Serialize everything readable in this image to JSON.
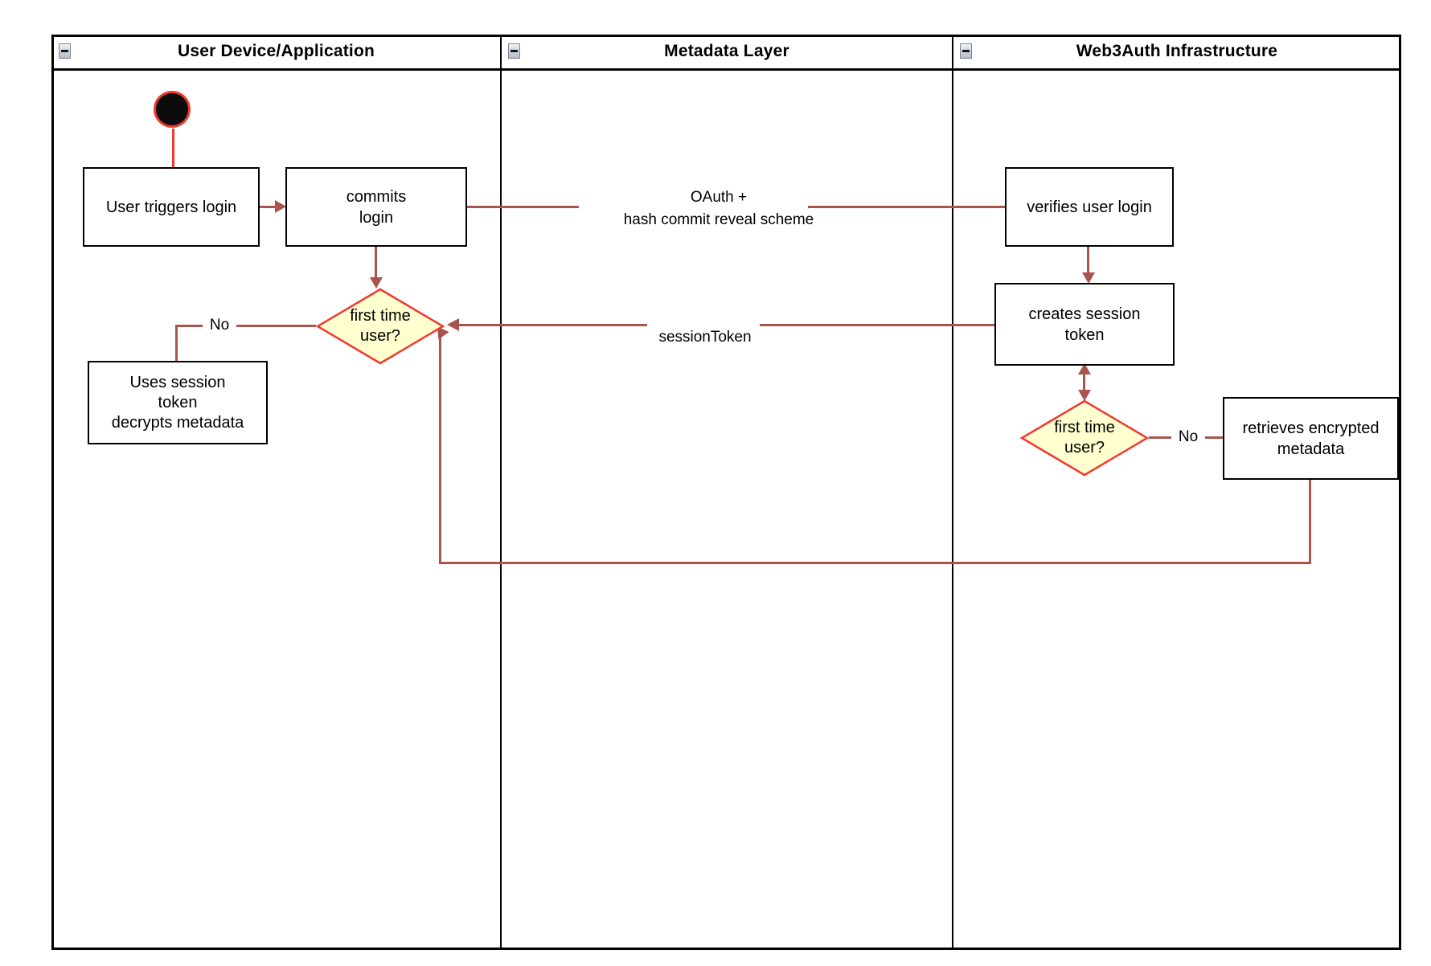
{
  "colors": {
    "flow": "#a9544c",
    "bright": "#ef3b2d",
    "diamondFill": "#ffffcf",
    "diamondBorder": "#f13a30",
    "boxBorder": "#000000",
    "ink": "#000000"
  },
  "lanes": [
    {
      "title": "User Device/Application"
    },
    {
      "title": "Metadata Layer"
    },
    {
      "title": "Web3Auth Infrastructure"
    }
  ],
  "nodes": {
    "user_triggers_login": "User triggers login",
    "commits_login": "commits\nlogin",
    "verifies_user_login": "verifies user login",
    "creates_session_token": "creates session\ntoken",
    "first_time_user_1": "first time\nuser?",
    "uses_session_token": "Uses session\ntoken\ndecrypts metadata",
    "first_time_user_2": "first time\nuser?",
    "retrieves_encrypted_metadata": "retrieves encrypted\nmetadata"
  },
  "edge_labels": {
    "oauth": "OAuth +\nhash commit reveal scheme",
    "session_token": "sessionToken",
    "no_1": "No",
    "no_2": "No"
  }
}
